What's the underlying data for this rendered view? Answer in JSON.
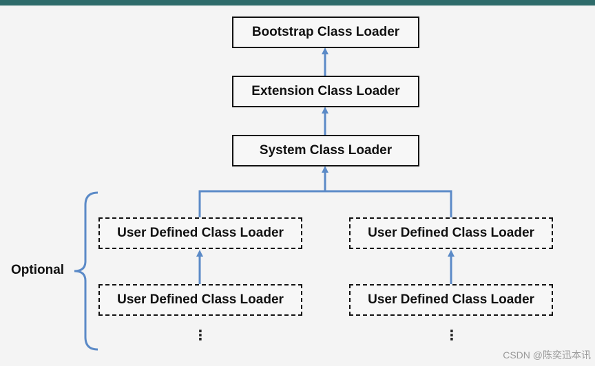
{
  "diagram": {
    "nodes": {
      "bootstrap": "Bootstrap Class Loader",
      "extension": "Extension Class Loader",
      "system": "System Class Loader",
      "user_left_1": "User Defined Class Loader",
      "user_left_2": "User Defined Class Loader",
      "user_right_1": "User Defined Class Loader",
      "user_right_2": "User Defined Class Loader"
    },
    "group_label": "Optional",
    "continuation_left": "⋮",
    "continuation_right": "⋮"
  },
  "watermark": "CSDN @陈奕迅本讯",
  "colors": {
    "arrow": "#5b8ac7",
    "topbar": "#2e6b6a"
  }
}
